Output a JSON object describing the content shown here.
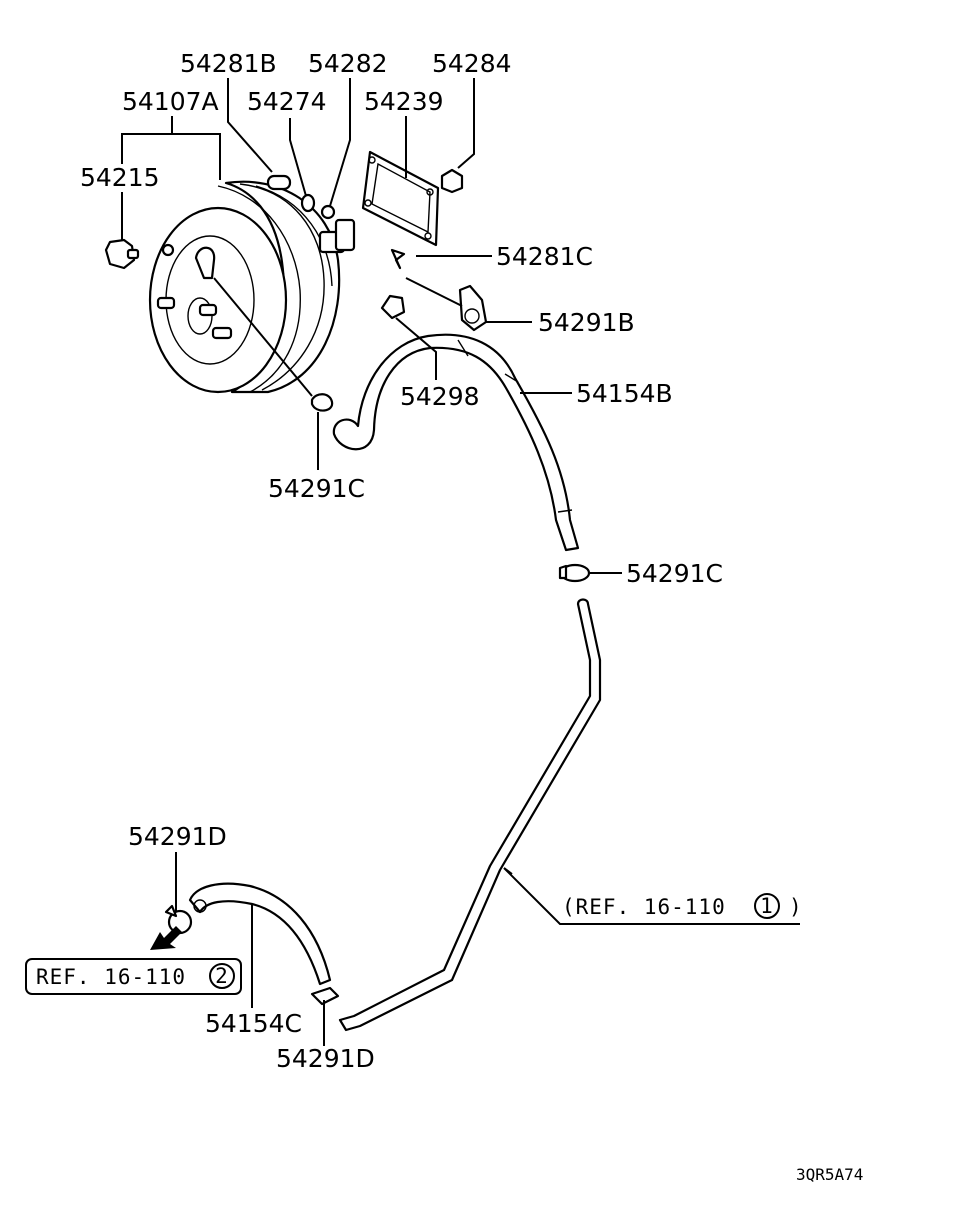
{
  "labels": {
    "p54281B": "54281B",
    "p54282": "54282",
    "p54284": "54284",
    "p54107A": "54107A",
    "p54274": "54274",
    "p54239": "54239",
    "p54215": "54215",
    "p54281C": "54281C",
    "p54291B": "54291B",
    "p54298": "54298",
    "p54154B": "54154B",
    "p54291C_a": "54291C",
    "p54291C_b": "54291C",
    "p54291D_a": "54291D",
    "p54154C": "54154C",
    "p54291D_b": "54291D"
  },
  "refs": {
    "ref1_text": "(REF. 16-110",
    "ref1_num": "1",
    "ref1_close": ")",
    "ref2_text": "REF. 16-110",
    "ref2_num": "2"
  },
  "drawing_code": "3QR5A74"
}
